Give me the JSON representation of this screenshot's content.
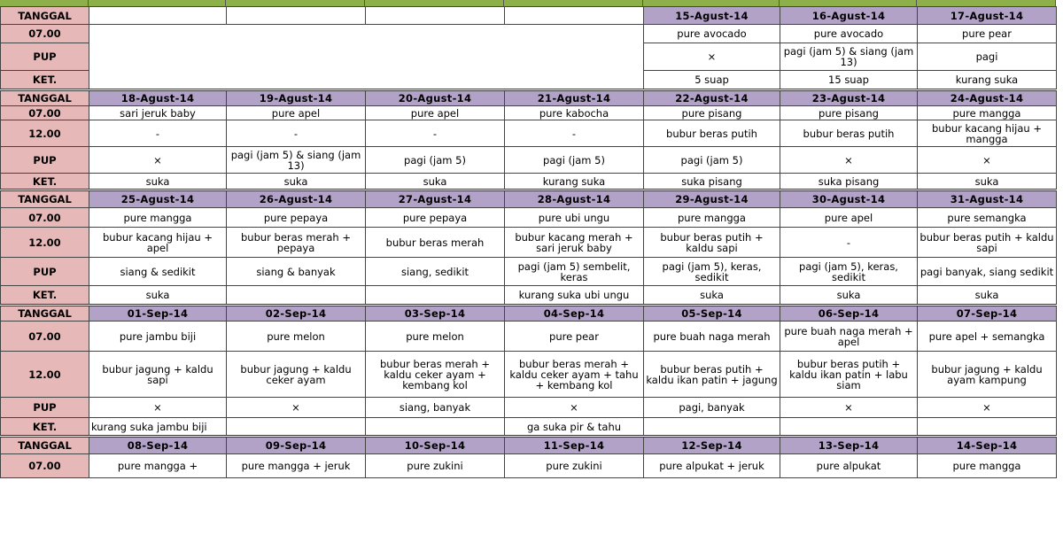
{
  "row_labels": {
    "date": "TANGGAL",
    "t07": "07.00",
    "t12": "12.00",
    "pup": "PUP",
    "ket": "KET."
  },
  "colors": {
    "label_bg": "#e6b9b8",
    "date_bg": "#b3a2c7",
    "top_strip": "#8db04a"
  },
  "weeks": [
    {
      "dates": [
        "",
        "",
        "",
        "",
        "15-Agust-14",
        "16-Agust-14",
        "17-Agust-14"
      ],
      "t07": [
        "",
        "",
        "",
        "",
        "pure avocado",
        "pure avocado",
        "pure pear"
      ],
      "pup": [
        "",
        "",
        "",
        "",
        "×",
        "pagi (jam 5) & siang (jam 13)",
        "pagi"
      ],
      "ket": [
        "",
        "",
        "",
        "",
        "5 suap",
        "15 suap",
        "kurang suka"
      ]
    },
    {
      "dates": [
        "18-Agust-14",
        "19-Agust-14",
        "20-Agust-14",
        "21-Agust-14",
        "22-Agust-14",
        "23-Agust-14",
        "24-Agust-14"
      ],
      "t07": [
        "sari jeruk baby",
        "pure apel",
        "pure apel",
        "pure kabocha",
        "pure pisang",
        "pure pisang",
        "pure mangga"
      ],
      "t12": [
        "-",
        "-",
        "-",
        "-",
        "bubur beras putih",
        "bubur beras putih",
        "bubur kacang hijau + mangga"
      ],
      "pup": [
        "×",
        "pagi (jam 5) & siang (jam 13)",
        "pagi (jam 5)",
        "pagi (jam 5)",
        "pagi (jam 5)",
        "×",
        "×"
      ],
      "ket": [
        "suka",
        "suka",
        "suka",
        "kurang suka",
        "suka pisang",
        "suka pisang",
        "suka"
      ]
    },
    {
      "dates": [
        "25-Agust-14",
        "26-Agust-14",
        "27-Agust-14",
        "28-Agust-14",
        "29-Agust-14",
        "30-Agust-14",
        "31-Agust-14"
      ],
      "t07": [
        "pure mangga",
        "pure pepaya",
        "pure pepaya",
        "pure ubi ungu",
        "pure mangga",
        "pure apel",
        "pure semangka"
      ],
      "t12": [
        "bubur kacang hijau + apel",
        "bubur beras merah + pepaya",
        "bubur beras merah",
        "bubur kacang merah + sari jeruk baby",
        "bubur beras putih + kaldu sapi",
        "-",
        "bubur beras putih + kaldu sapi"
      ],
      "pup": [
        "siang & sedikit",
        "siang & banyak",
        "siang, sedikit",
        "pagi (jam 5) sembelit, keras",
        "pagi (jam 5), keras, sedikit",
        "pagi (jam 5), keras, sedikit",
        "pagi banyak, siang sedikit"
      ],
      "ket": [
        "suka",
        "",
        "",
        "kurang suka ubi ungu",
        "suka",
        "suka",
        "suka"
      ]
    },
    {
      "dates": [
        "01-Sep-14",
        "02-Sep-14",
        "03-Sep-14",
        "04-Sep-14",
        "05-Sep-14",
        "06-Sep-14",
        "07-Sep-14"
      ],
      "t07": [
        "pure jambu biji",
        "pure melon",
        "pure melon",
        "pure pear",
        "pure buah naga merah",
        "pure buah naga merah + apel",
        "pure apel + semangka"
      ],
      "t12": [
        "bubur jagung + kaldu sapi",
        "bubur jagung + kaldu ceker ayam",
        "bubur beras merah + kaldu ceker ayam + kembang kol",
        "bubur beras merah + kaldu ceker ayam + tahu + kembang kol",
        "bubur beras putih + kaldu ikan patin + jagung",
        "bubur beras putih + kaldu ikan patin + labu siam",
        "bubur jagung + kaldu ayam kampung"
      ],
      "pup": [
        "×",
        "×",
        "siang, banyak",
        "×",
        "pagi, banyak",
        "×",
        "×"
      ],
      "ket": [
        "kurang suka jambu biji",
        "",
        "",
        "ga suka pir & tahu",
        "",
        "",
        ""
      ]
    },
    {
      "dates": [
        "08-Sep-14",
        "09-Sep-14",
        "10-Sep-14",
        "11-Sep-14",
        "12-Sep-14",
        "13-Sep-14",
        "14-Sep-14"
      ],
      "t07": [
        "pure mangga +",
        "pure mangga + jeruk",
        "pure zukini",
        "pure zukini",
        "pure alpukat + jeruk",
        "pure alpukat",
        "pure mangga"
      ]
    }
  ]
}
